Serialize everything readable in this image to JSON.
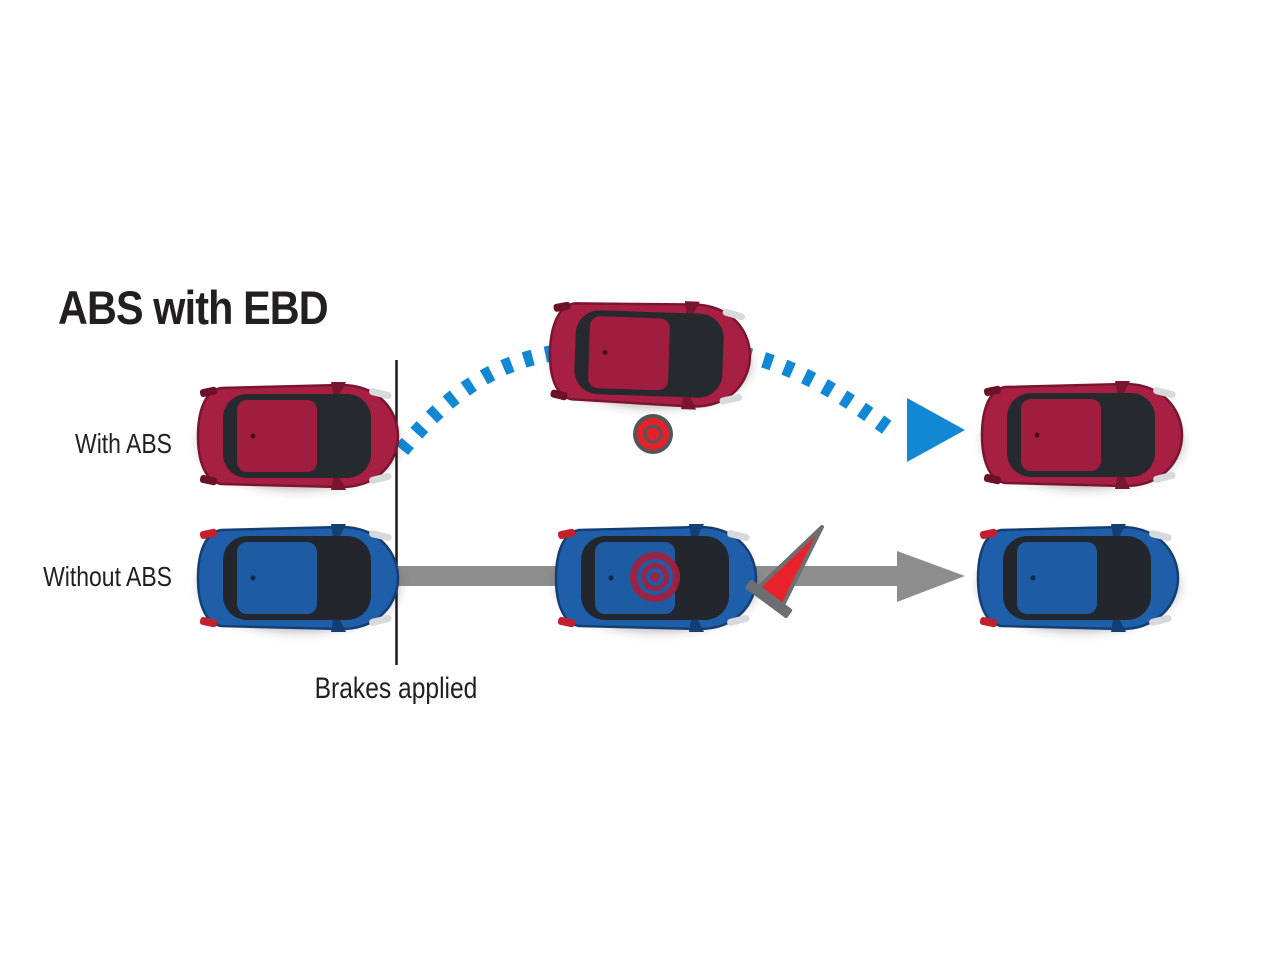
{
  "title": "ABS with EBD",
  "rows": [
    {
      "id": "with-abs",
      "label": "With ABS",
      "car_color_name": "red",
      "outcome": "swerves around obstacle"
    },
    {
      "id": "without-abs",
      "label": "Without ABS",
      "car_color_name": "blue",
      "outcome": "skids straight into obstacle"
    }
  ],
  "annotations": {
    "brakes_applied": "Brakes applied"
  },
  "icons": {
    "obstacle": "target-bullseye-icon",
    "impact": "impact-rings-icon",
    "cone": "fallen-traffic-cone-icon",
    "abs_path": "dashed-swerve-arrow",
    "no_abs_path": "straight-gray-arrow"
  },
  "colors": {
    "abs_path_blue": "#1287d3",
    "no_abs_gray": "#8d8d8d",
    "with_abs_car_red": "#a81f44",
    "without_abs_car_blue": "#1f5fa9",
    "obstacle_red": "#e5202a",
    "obstacle_ring_gray": "#55565a",
    "impact_mark_crimson": "#a51f3f",
    "cone_red": "#e8222b",
    "cone_base_gray": "#6d6e70",
    "brake_line_black": "#1a1a1a",
    "text_dark": "#231f20"
  }
}
